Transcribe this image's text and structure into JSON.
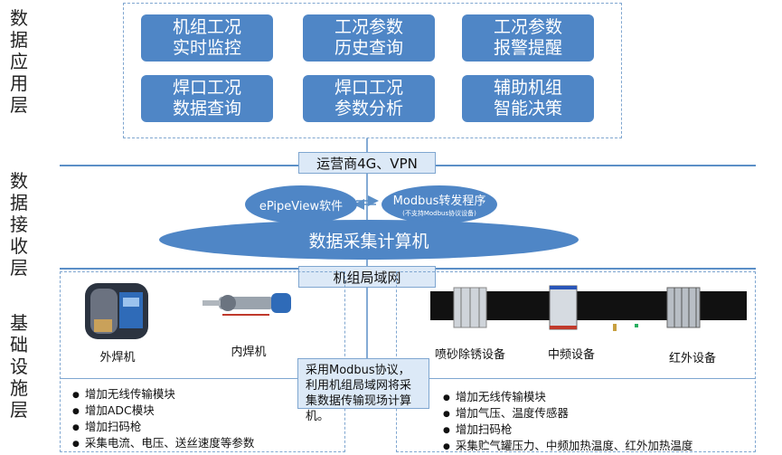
{
  "layers": {
    "app": "数据应用层",
    "receive": "数据接收层",
    "infra": "基础设施层"
  },
  "apps": [
    {
      "line1": "机组工况",
      "line2": "实时监控"
    },
    {
      "line1": "工况参数",
      "line2": "历史查询"
    },
    {
      "line1": "工况参数",
      "line2": "报警提醒"
    },
    {
      "line1": "焊口工况",
      "line2": "数据查询"
    },
    {
      "line1": "焊口工况",
      "line2": "参数分析"
    },
    {
      "line1": "辅助机组",
      "line2": "智能决策"
    }
  ],
  "network": {
    "carrier": "运营商4G、VPN",
    "lan": "机组局域网"
  },
  "receive": {
    "epipeview": "ePipeView软件",
    "modbus": "Modbus转发程序",
    "modbus_note": "(不支持Modbus协议设备)",
    "computer": "数据采集计算机"
  },
  "devices": {
    "outer_welder": "外焊机",
    "inner_welder": "内焊机",
    "sandblast": "喷砂除锈设备",
    "midfreq": "中频设备",
    "infrared": "红外设备"
  },
  "left_bullets": [
    "增加无线传输模块",
    "增加ADC模块",
    "增加扫码枪",
    "采集电流、电压、送丝速度等参数"
  ],
  "right_bullets": [
    "增加无线传输模块",
    "增加气压、温度传感器",
    "增加扫码枪",
    "采集贮气罐压力、中频加热温度、红外加热温度"
  ],
  "note": "采用Modbus协议，利用机组局域网将采集数据传输现场计算机。",
  "colors": {
    "primary": "#4f86c6",
    "light": "#dce9f7",
    "line": "#5b8fc7"
  }
}
